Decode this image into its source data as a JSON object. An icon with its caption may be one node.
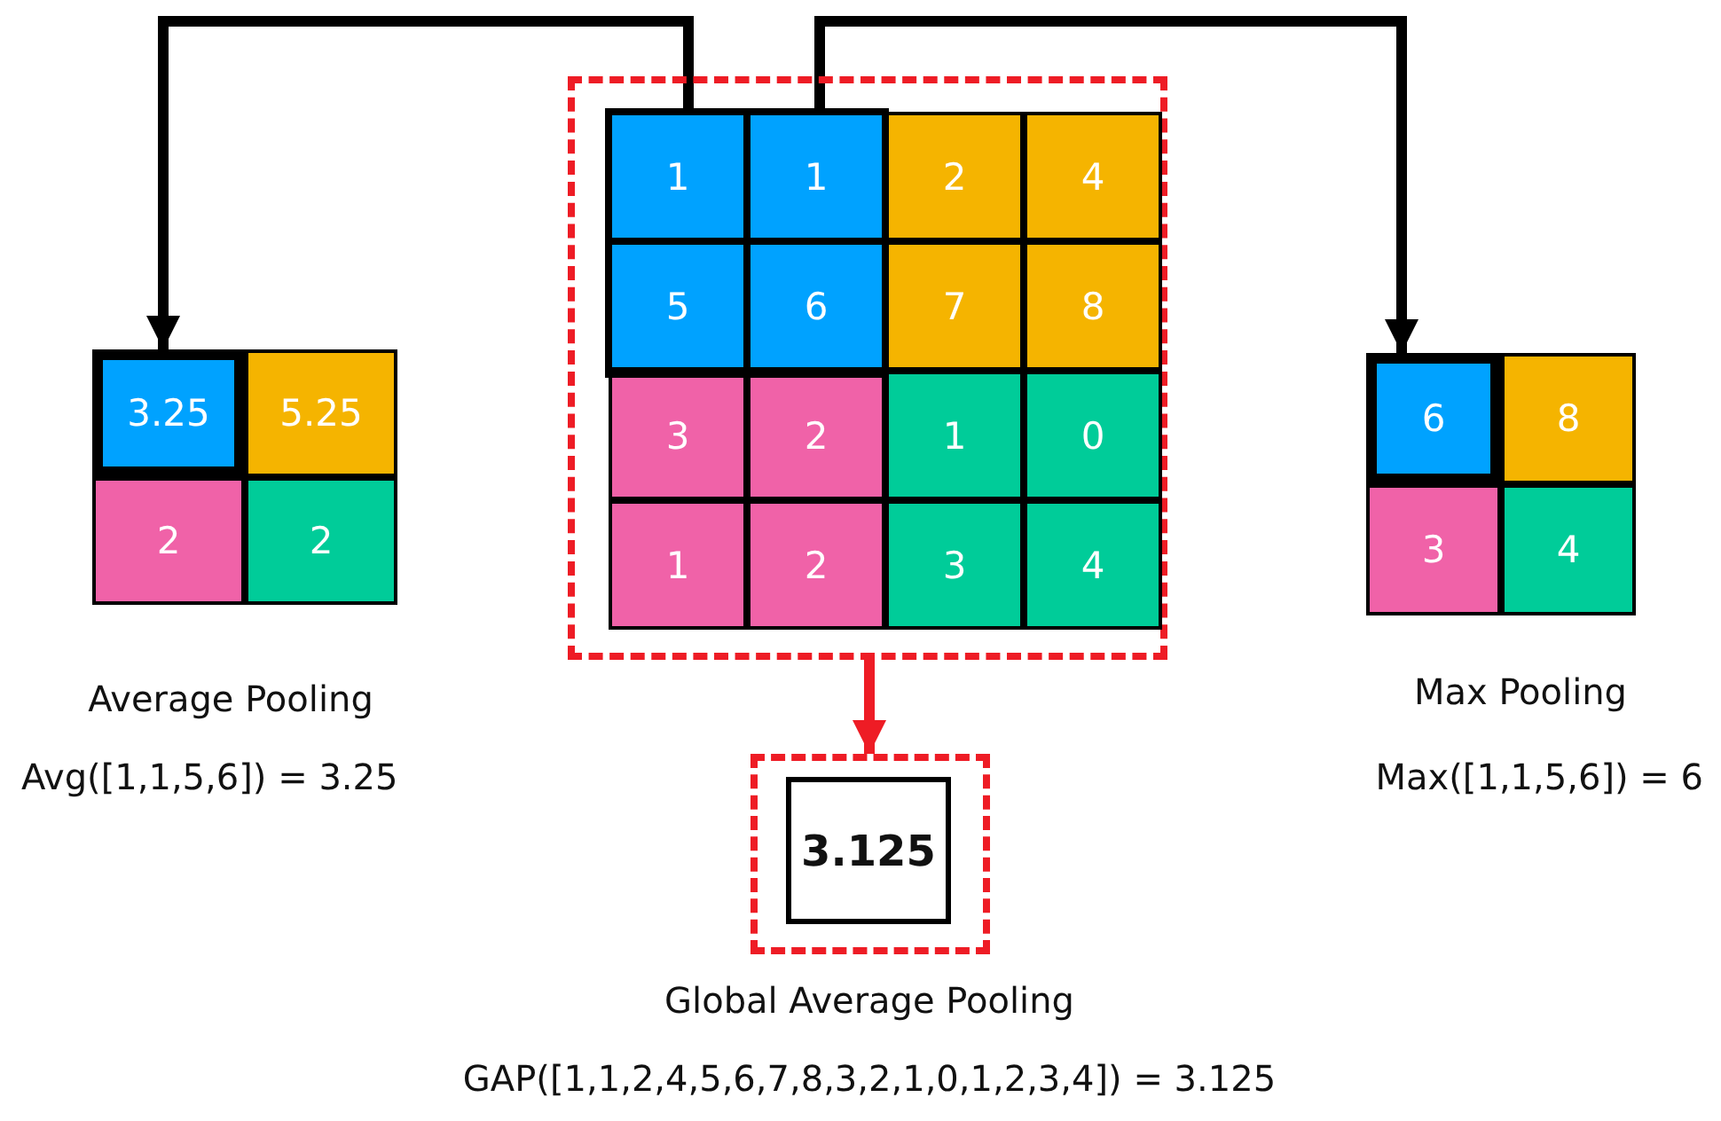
{
  "diagram": {
    "nodes": [
      {
        "text": [],
        "shape": "box"
      },
      {
        "text": [],
        "shape": "box",
        "in": 0
      },
      {
        "text": [
          "1"
        ],
        "in": 1
      },
      {
        "text": [
          "1"
        ],
        "in": 1
      },
      {
        "text": [
          "5"
        ],
        "in": 1
      },
      {
        "text": [
          "6"
        ],
        "in": 1
      },
      {
        "text": [
          "2"
        ],
        "in": 0
      },
      {
        "text": [
          "4"
        ],
        "in": 0
      },
      {
        "text": [
          "7"
        ],
        "in": 0
      },
      {
        "text": [
          "8"
        ],
        "in": 0
      },
      {
        "text": [
          "3"
        ],
        "in": 0
      },
      {
        "text": [
          "2"
        ],
        "in": 0
      },
      {
        "text": [
          "1"
        ],
        "in": 0
      },
      {
        "text": [
          "0"
        ],
        "in": 0
      },
      {
        "text": [
          "1"
        ],
        "in": 0
      },
      {
        "text": [
          "2"
        ],
        "in": 0
      },
      {
        "text": [
          "3"
        ],
        "in": 0
      },
      {
        "text": [
          "4"
        ],
        "in": 0
      },
      {
        "text": [
          "3.25"
        ]
      },
      {
        "text": [
          "5.25"
        ]
      },
      {
        "text": [
          "2"
        ]
      },
      {
        "text": [
          "2"
        ]
      },
      {
        "text": [
          "6"
        ]
      },
      {
        "text": [
          "8"
        ]
      },
      {
        "text": [
          "3"
        ]
      },
      {
        "text": [
          "4"
        ]
      },
      {
        "text": [],
        "shape": "box"
      },
      {
        "text": [
          "3.125"
        ],
        "in": 26
      }
    ],
    "edges": [
      {
        "from": 1,
        "to": 18,
        "arrow": "to"
      },
      {
        "from": 1,
        "to": 22,
        "arrow": "to"
      },
      {
        "from": 0,
        "to": 26,
        "arrow": "to",
        "color": "#ee1c25"
      }
    ],
    "labels": [
      "Average Pooling",
      "Max Pooling",
      "Avg([1,1,5,6]) = 3.25",
      "Max([1,1,5,6]) = 6",
      "Global Average Pooling",
      "GAP([1,1,2,4,5,6,7,8,3,2,1,0,1,2,3,4]) = 3.125"
    ]
  }
}
